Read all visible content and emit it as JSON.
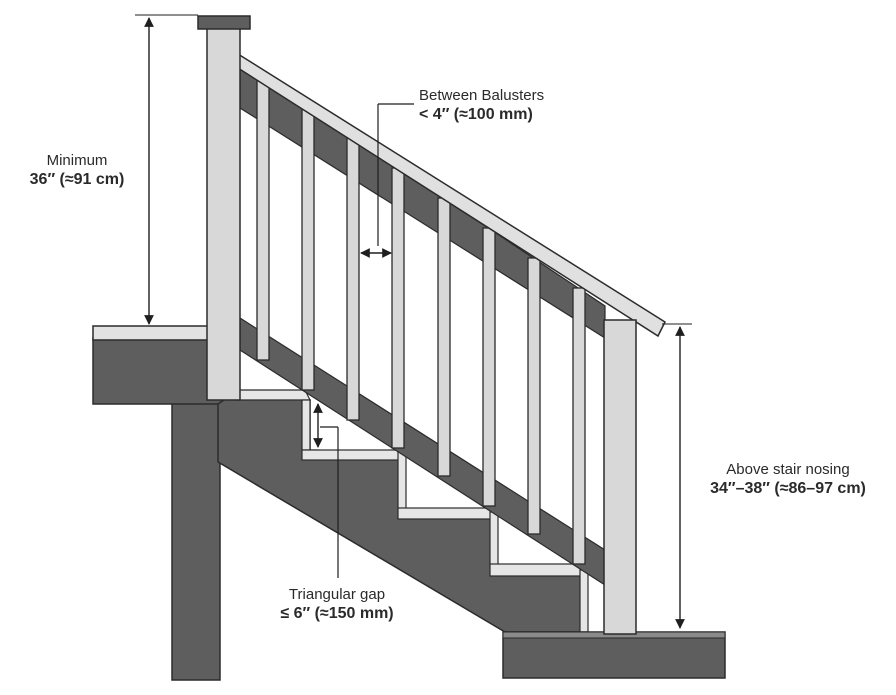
{
  "colors": {
    "stringer": "#5e5e5e",
    "post": "#d8d8d8",
    "outline": "#2b2b2b",
    "tread": "#e6e6e6",
    "dimension": "#1f1f1f"
  },
  "annotations": {
    "guard_height": {
      "label": "Minimum",
      "value": "36″ (≈91 cm)"
    },
    "baluster_spacing": {
      "label": "Between Balusters",
      "value": "< 4″ (≈100 mm)"
    },
    "handrail_height": {
      "label": "Above stair nosing",
      "value": "34″–38″ (≈86–97 cm)"
    },
    "triangular_gap": {
      "label": "Triangular gap",
      "value": "≤ 6″ (≈150 mm)"
    }
  }
}
